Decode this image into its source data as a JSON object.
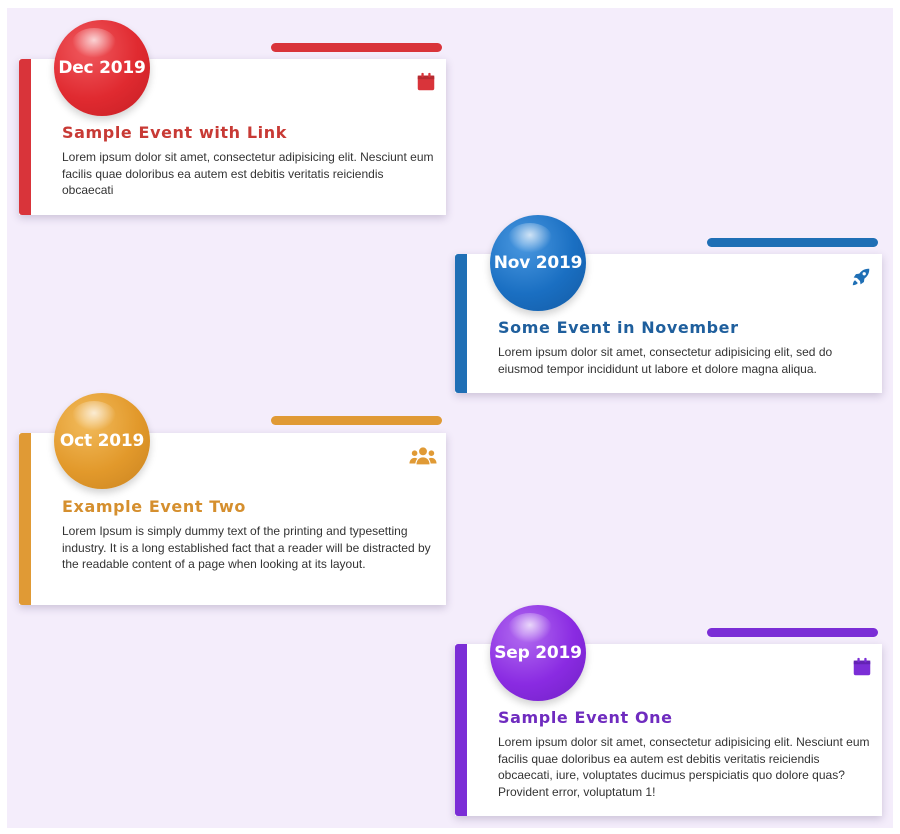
{
  "events": [
    {
      "date": "Dec 2019",
      "title": "Sample Event with Link",
      "description": "Lorem ipsum dolor sit amet, consectetur adipisicing elit. Nesciunt eum facilis quae doloribus ea autem est debitis veritatis reiciendis obcaecati",
      "icon": "calendar-icon",
      "color": "#d9343a",
      "ball_color": "#e02a30"
    },
    {
      "date": "Nov 2019",
      "title": "Some Event in November",
      "description": "Lorem ipsum dolor sit amet, consectetur adipisicing elit, sed do eiusmod tempor incididunt ut labore et dolore magna aliqua.",
      "icon": "rocket-icon",
      "color": "#1f6fb5",
      "ball_color": "#1a6fc2"
    },
    {
      "date": "Oct 2019",
      "title": "Example Event Two",
      "description": "Lorem Ipsum is simply dummy text of the printing and typesetting industry. It is a long established fact that a reader will be distracted by the readable content of a page when looking at its layout.",
      "icon": "users-icon",
      "color": "#e09a35",
      "ball_color": "#e2992b"
    },
    {
      "date": "Sep 2019",
      "title": "Sample Event One",
      "description": "Lorem ipsum dolor sit amet, consectetur adipisicing elit. Nesciunt eum facilis quae doloribus ea autem est debitis veritatis reiciendis obcaecati, iure, voluptates ducimus perspiciatis quo dolore quas? Provident error, voluptatum 1!",
      "icon": "calendar-icon",
      "color": "#7b2ed6",
      "ball_color": "#8a2be2"
    }
  ],
  "background_color": "#f4edfb"
}
